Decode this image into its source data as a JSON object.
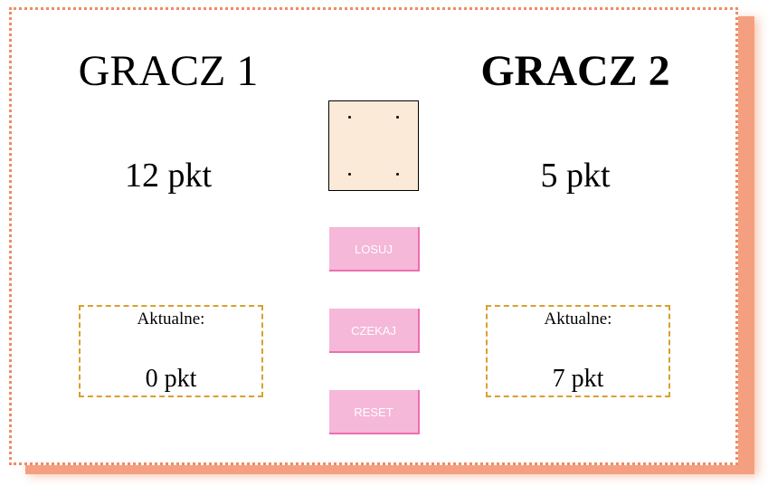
{
  "players": [
    {
      "title": "GRACZ 1",
      "score": "12 pkt",
      "current_label": "Aktualne:",
      "current_value": "0 pkt",
      "active": false
    },
    {
      "title": "GRACZ 2",
      "score": "5 pkt",
      "current_label": "Aktualne:",
      "current_value": "7 pkt",
      "active": true
    }
  ],
  "die": {
    "face": 4,
    "color": "#fbead8"
  },
  "controls": {
    "roll_label": "LOSUJ",
    "hold_label": "CZEKAJ",
    "reset_label": "RESET"
  },
  "theme": {
    "board_border": "#ef8b66",
    "shadow": "#f4a080",
    "button_bg": "#f5b8d8",
    "button_edge": "#ec6fb0",
    "current_box_border": "#d9a030"
  }
}
